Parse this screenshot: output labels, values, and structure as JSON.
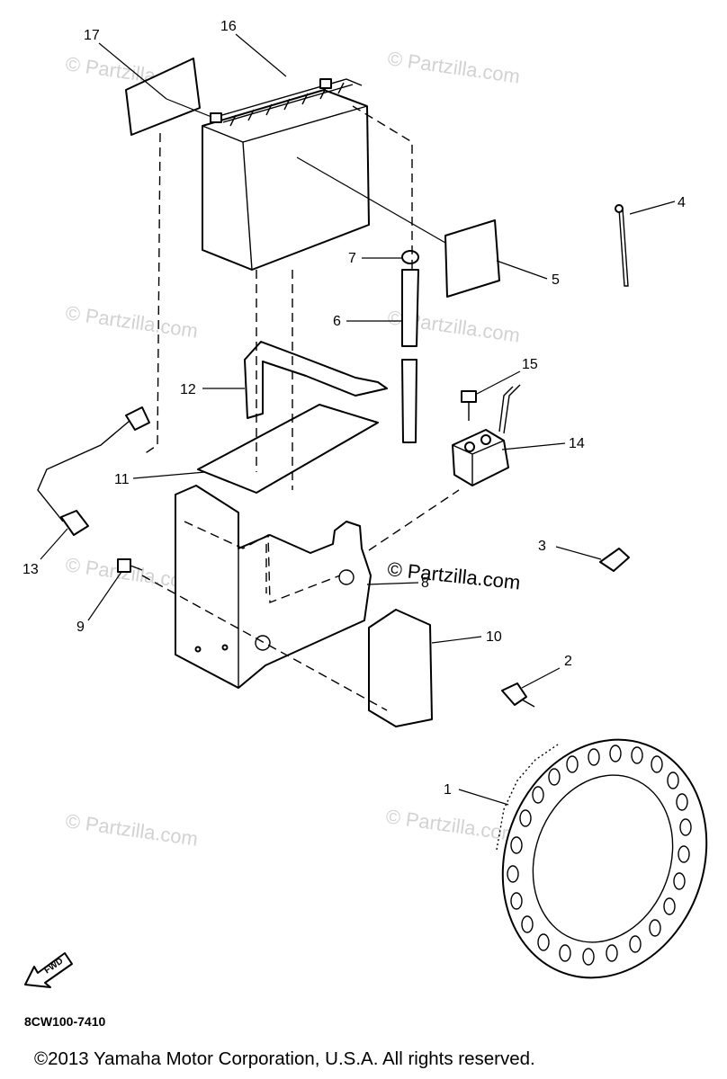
{
  "watermark": {
    "text": "© Partzilla.com",
    "emphasis_text": "© Partzilla.com"
  },
  "callouts": {
    "p1": "1",
    "p2": "2",
    "p3": "3",
    "p4": "4",
    "p5": "5",
    "p6": "6",
    "p7": "7",
    "p8": "8",
    "p9": "9",
    "p10": "10",
    "p11": "11",
    "p12": "12",
    "p13": "13",
    "p14": "14",
    "p15": "15",
    "p16": "16",
    "p17": "17"
  },
  "fwd_label": "FWD",
  "diagram_code": "8CW100-7410",
  "copyright": "©2013  Yamaha Motor Corporation, U.S.A. All rights reserved."
}
